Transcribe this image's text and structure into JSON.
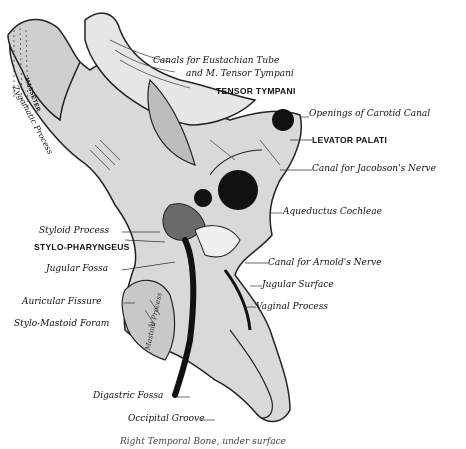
{
  "labels": {
    "canals_eustachian": "Canals for Eustachian Tube",
    "canals_tensor": "and M. Tensor Tympani",
    "tensor_tympani": "TENSOR TYMPANI",
    "openings_carotid": "Openings of Carotid Canal",
    "levator_palati": "LEVATOR PALATI",
    "canal_jacobson": "Canal for Jacobson's Nerve",
    "aqueductus_cochleae": "Aqueductus Cochleae",
    "styloid_process": "Styloid Process",
    "stylo_pharyngeus": "STYLO-PHARYNGEUS",
    "jugular_fossa": "Jugular Fossa",
    "canal_arnold": "Canal for Arnold's Nerve",
    "jugular_surface": "Jugular Surface",
    "vaginal_process": "Vaginal Process",
    "auricular_fissure": "Auricular Fissure",
    "stylo_mastoid_foramen": "Stylo-Mastoid Foram",
    "digastric_fossa": "Digastric Fossa",
    "occipital_groove": "Occipital Groove",
    "zygomatic_process": "Zygomatic Process",
    "masseter": "MASSETER",
    "mastoid_process": "Mastoid Process",
    "caption": "Right Temporal Bone, under surface"
  }
}
